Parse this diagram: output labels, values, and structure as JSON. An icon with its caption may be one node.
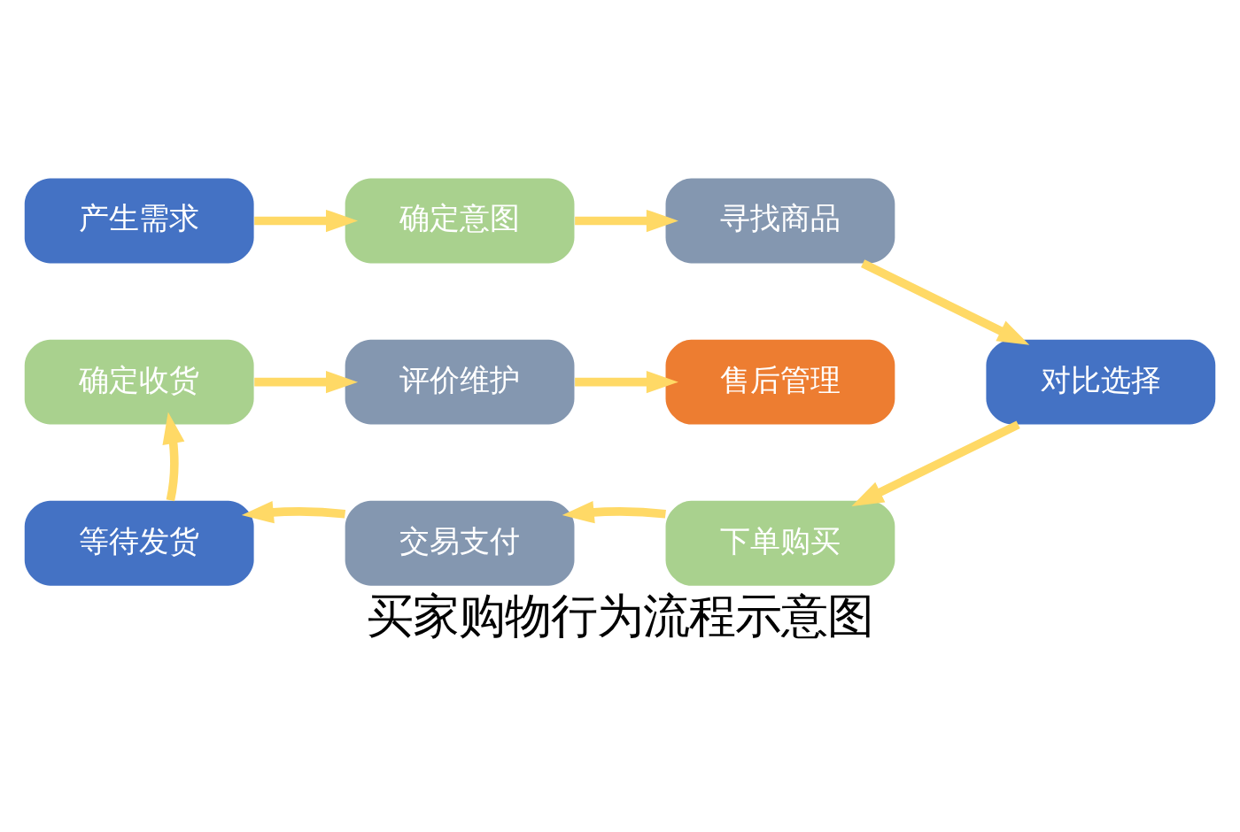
{
  "diagram": {
    "caption": "买家购物行为流程示意图",
    "nodes": [
      {
        "text": [
          "产生需求"
        ]
      },
      {
        "text": [
          "确定意图"
        ]
      },
      {
        "text": [
          "寻找商品"
        ]
      },
      {
        "text": [
          "对比选择"
        ]
      },
      {
        "text": [
          "下单购买"
        ]
      },
      {
        "text": [
          "交易支付"
        ]
      },
      {
        "text": [
          "等待发货"
        ]
      },
      {
        "text": [
          "确定收货"
        ]
      },
      {
        "text": [
          "评价维护"
        ]
      },
      {
        "text": [
          "售后管理"
        ]
      }
    ],
    "edges": [
      {
        "from": 0,
        "to": 1,
        "arrow": "to"
      },
      {
        "from": 1,
        "to": 2,
        "arrow": "to"
      },
      {
        "from": 2,
        "to": 3,
        "arrow": "to"
      },
      {
        "from": 3,
        "to": 4,
        "arrow": "to"
      },
      {
        "from": 4,
        "to": 5,
        "arrow": "to"
      },
      {
        "from": 5,
        "to": 6,
        "arrow": "to"
      },
      {
        "from": 6,
        "to": 7,
        "arrow": "to"
      },
      {
        "from": 7,
        "to": 8,
        "arrow": "to"
      },
      {
        "from": 8,
        "to": 9,
        "arrow": "to"
      }
    ]
  }
}
